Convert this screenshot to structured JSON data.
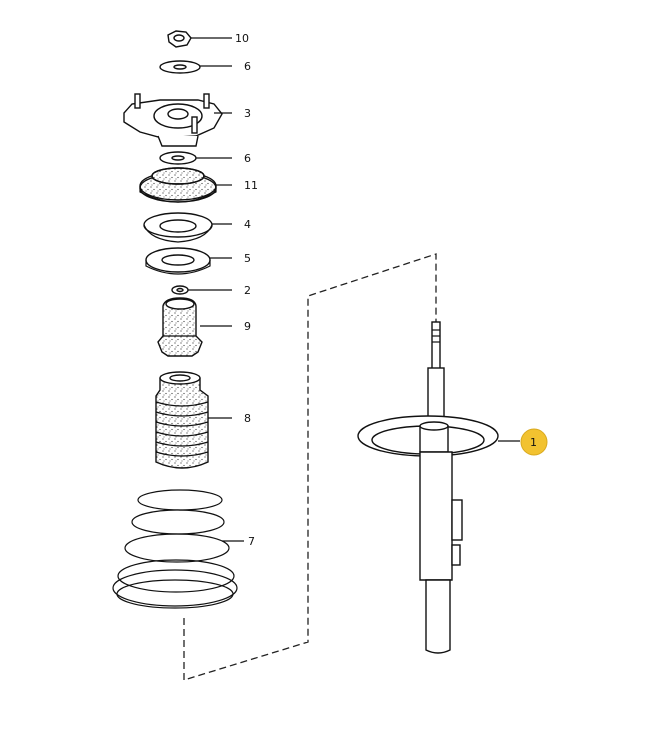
{
  "callouts": {
    "p10": "10",
    "p6a": "6",
    "p3": "3",
    "p6b": "6",
    "p11": "11",
    "p4": "4",
    "p5": "5",
    "p2": "2",
    "p9": "9",
    "p8": "8",
    "p7": "7",
    "p1": "1"
  },
  "colors": {
    "highlight": "#f2c230",
    "line": "#111111"
  }
}
